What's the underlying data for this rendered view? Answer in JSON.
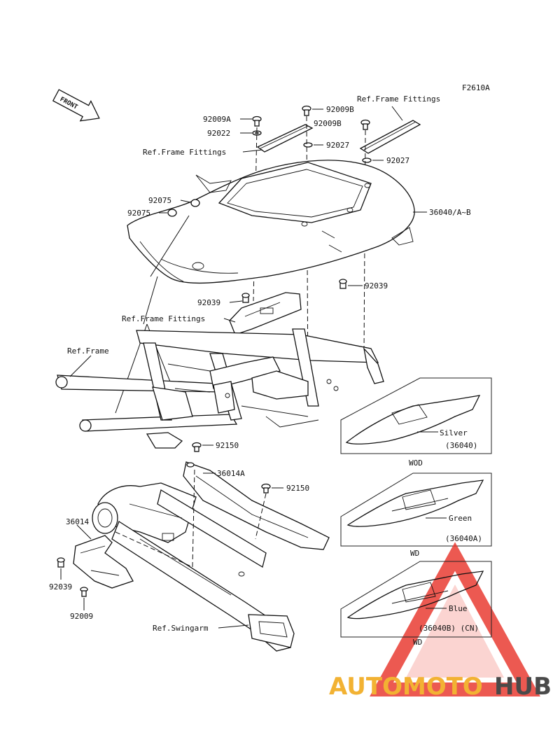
{
  "diagram_code": "F2610A",
  "front_label": "FRONT",
  "labels": {
    "p92009A": "92009A",
    "p92022": "92022",
    "p92009B_top": "92009B",
    "p92009B_mid": "92009B",
    "p92027_a": "92027",
    "p92027_b": "92027",
    "ref_frame_fittings_top": "Ref.Frame Fittings",
    "ref_frame_fittings_left": "Ref.Frame Fittings",
    "ref_frame_fittings_mid": "Ref.Frame Fittings",
    "p92075_a": "92075",
    "p92075_b": "92075",
    "p36040": "36040/A~B",
    "p92039_right": "92039",
    "p92039_left": "92039",
    "ref_frame": "Ref.Frame",
    "p92150_a": "92150",
    "p36014A": "36014A",
    "p92150_b": "92150",
    "p36014": "36014",
    "p92039_bottom": "92039",
    "p92009": "92009",
    "ref_swingarm": "Ref.Swingarm"
  },
  "variants": [
    {
      "color": "Silver",
      "part": "(36040)",
      "model": "WOD"
    },
    {
      "color": "Green",
      "part": "(36040A)",
      "model": "WD"
    },
    {
      "color": "Blue",
      "part": "(36040B) (CN)",
      "model": "WD"
    }
  ],
  "watermark": {
    "brand_a": "AUTOMOTO",
    "brand_b": "HUB",
    "color_a": "#f2b233",
    "color_b": "#4a4a4a",
    "triangle_color": "#e8352c"
  }
}
